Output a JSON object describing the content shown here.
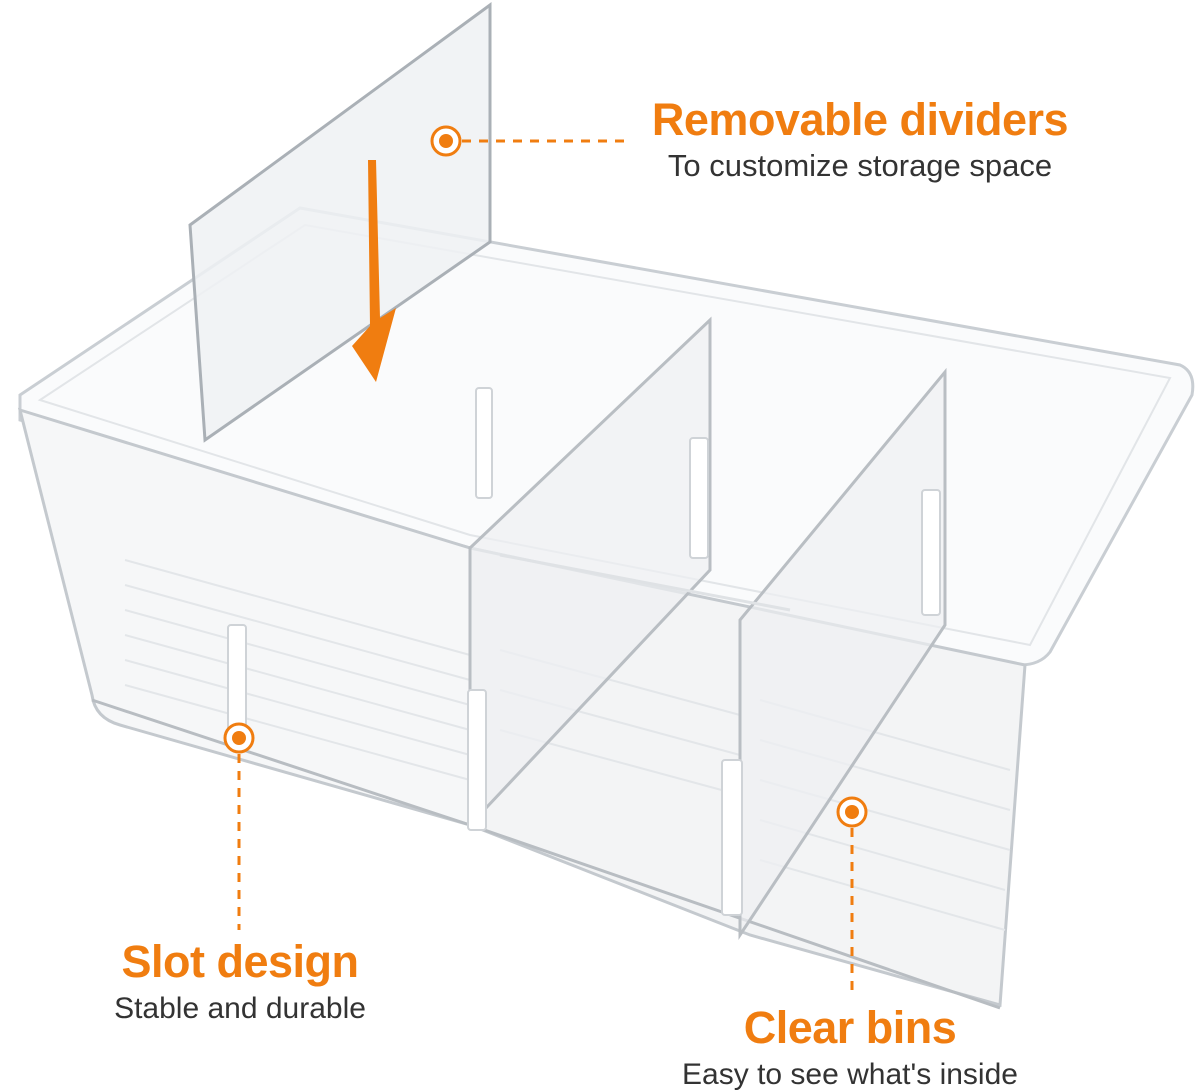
{
  "accent_color": "#f07d10",
  "callouts": {
    "dividers": {
      "title": "Removable dividers",
      "subtitle": "To customize storage space"
    },
    "slot": {
      "title": "Slot design",
      "subtitle": "Stable and durable"
    },
    "clear": {
      "title": "Clear bins",
      "subtitle": "Easy to see what's inside"
    }
  }
}
